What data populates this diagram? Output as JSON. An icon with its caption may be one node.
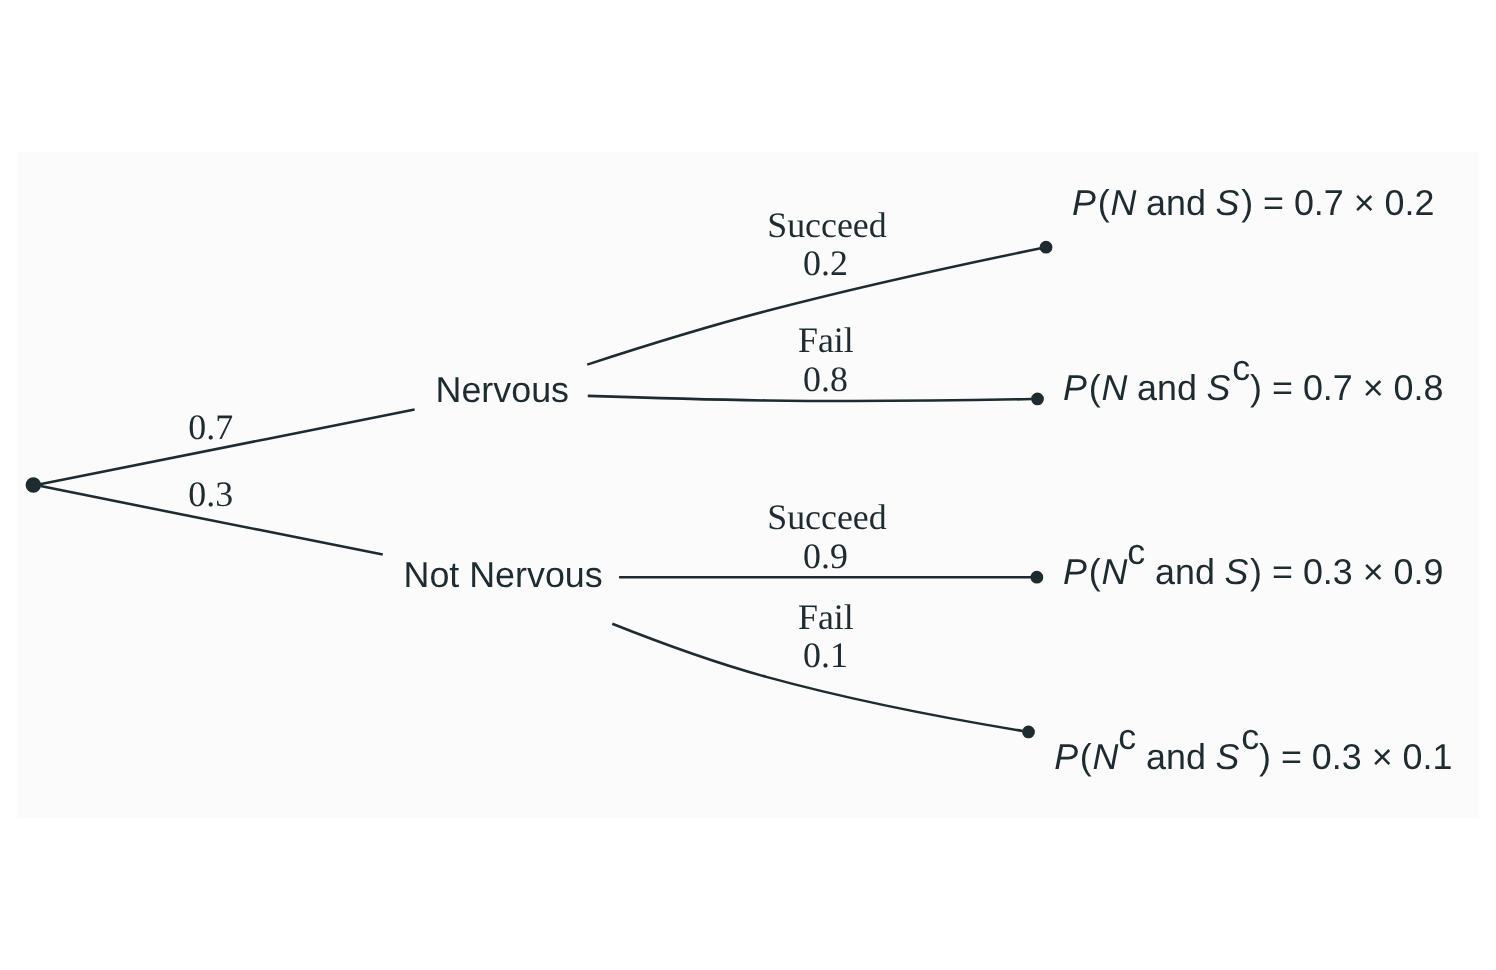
{
  "diagram": {
    "nodes": [
      {
        "text": [],
        "shape": "circle"
      },
      {
        "text": [
          "Nervous"
        ]
      },
      {
        "text": [
          "Not Nervous"
        ]
      },
      {
        "text": [
          "*P*(*N* and *S*) = 0.7 × 0.2"
        ]
      },
      {
        "text": [
          "*P*(*N* and *S*$^{c}$) = 0.7 × 0.8"
        ]
      },
      {
        "text": [
          "*P*(*N*$^{c}$ and *S*) = 0.3 × 0.9"
        ]
      },
      {
        "text": [
          "*P*(*N*$^{c}$ and *S*$^{c}$) = 0.3 × 0.1"
        ]
      }
    ],
    "edges": [
      {
        "from": 0,
        "to": 1,
        "arrow": "none",
        "label": "0.7"
      },
      {
        "from": 0,
        "to": 2,
        "arrow": "none",
        "label": "0.3"
      },
      {
        "from": 1,
        "to": 3,
        "arrow": "other",
        "label": "Succeed 0.2"
      },
      {
        "from": 1,
        "to": 4,
        "arrow": "other",
        "label": "Fail 0.8"
      },
      {
        "from": 2,
        "to": 5,
        "arrow": "other",
        "label": "Succeed 0.9"
      },
      {
        "from": 2,
        "to": 6,
        "arrow": "other",
        "label": "Fail 0.1"
      }
    ]
  }
}
